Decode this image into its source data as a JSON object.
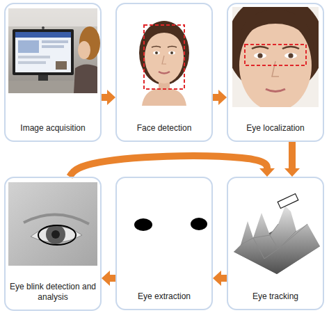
{
  "diagram": {
    "nodes": [
      {
        "text": [
          "Image acquisition"
        ]
      },
      {
        "text": [
          "Face detection"
        ]
      },
      {
        "text": [
          "Eye localization"
        ]
      },
      {
        "text": [
          "Eye tracking"
        ]
      },
      {
        "text": [
          "Eye extraction"
        ]
      },
      {
        "text": [
          "Eye blink detection and analysis"
        ]
      }
    ],
    "edges": [
      {
        "from": 0,
        "to": 1,
        "arrow": "to"
      },
      {
        "from": 1,
        "to": 2,
        "arrow": "to"
      },
      {
        "from": 2,
        "to": 3,
        "arrow": "to"
      },
      {
        "from": 3,
        "to": 4,
        "arrow": "to"
      },
      {
        "from": 4,
        "to": 5,
        "arrow": "to"
      },
      {
        "from": 5,
        "to": 3,
        "arrow": "to"
      }
    ]
  }
}
